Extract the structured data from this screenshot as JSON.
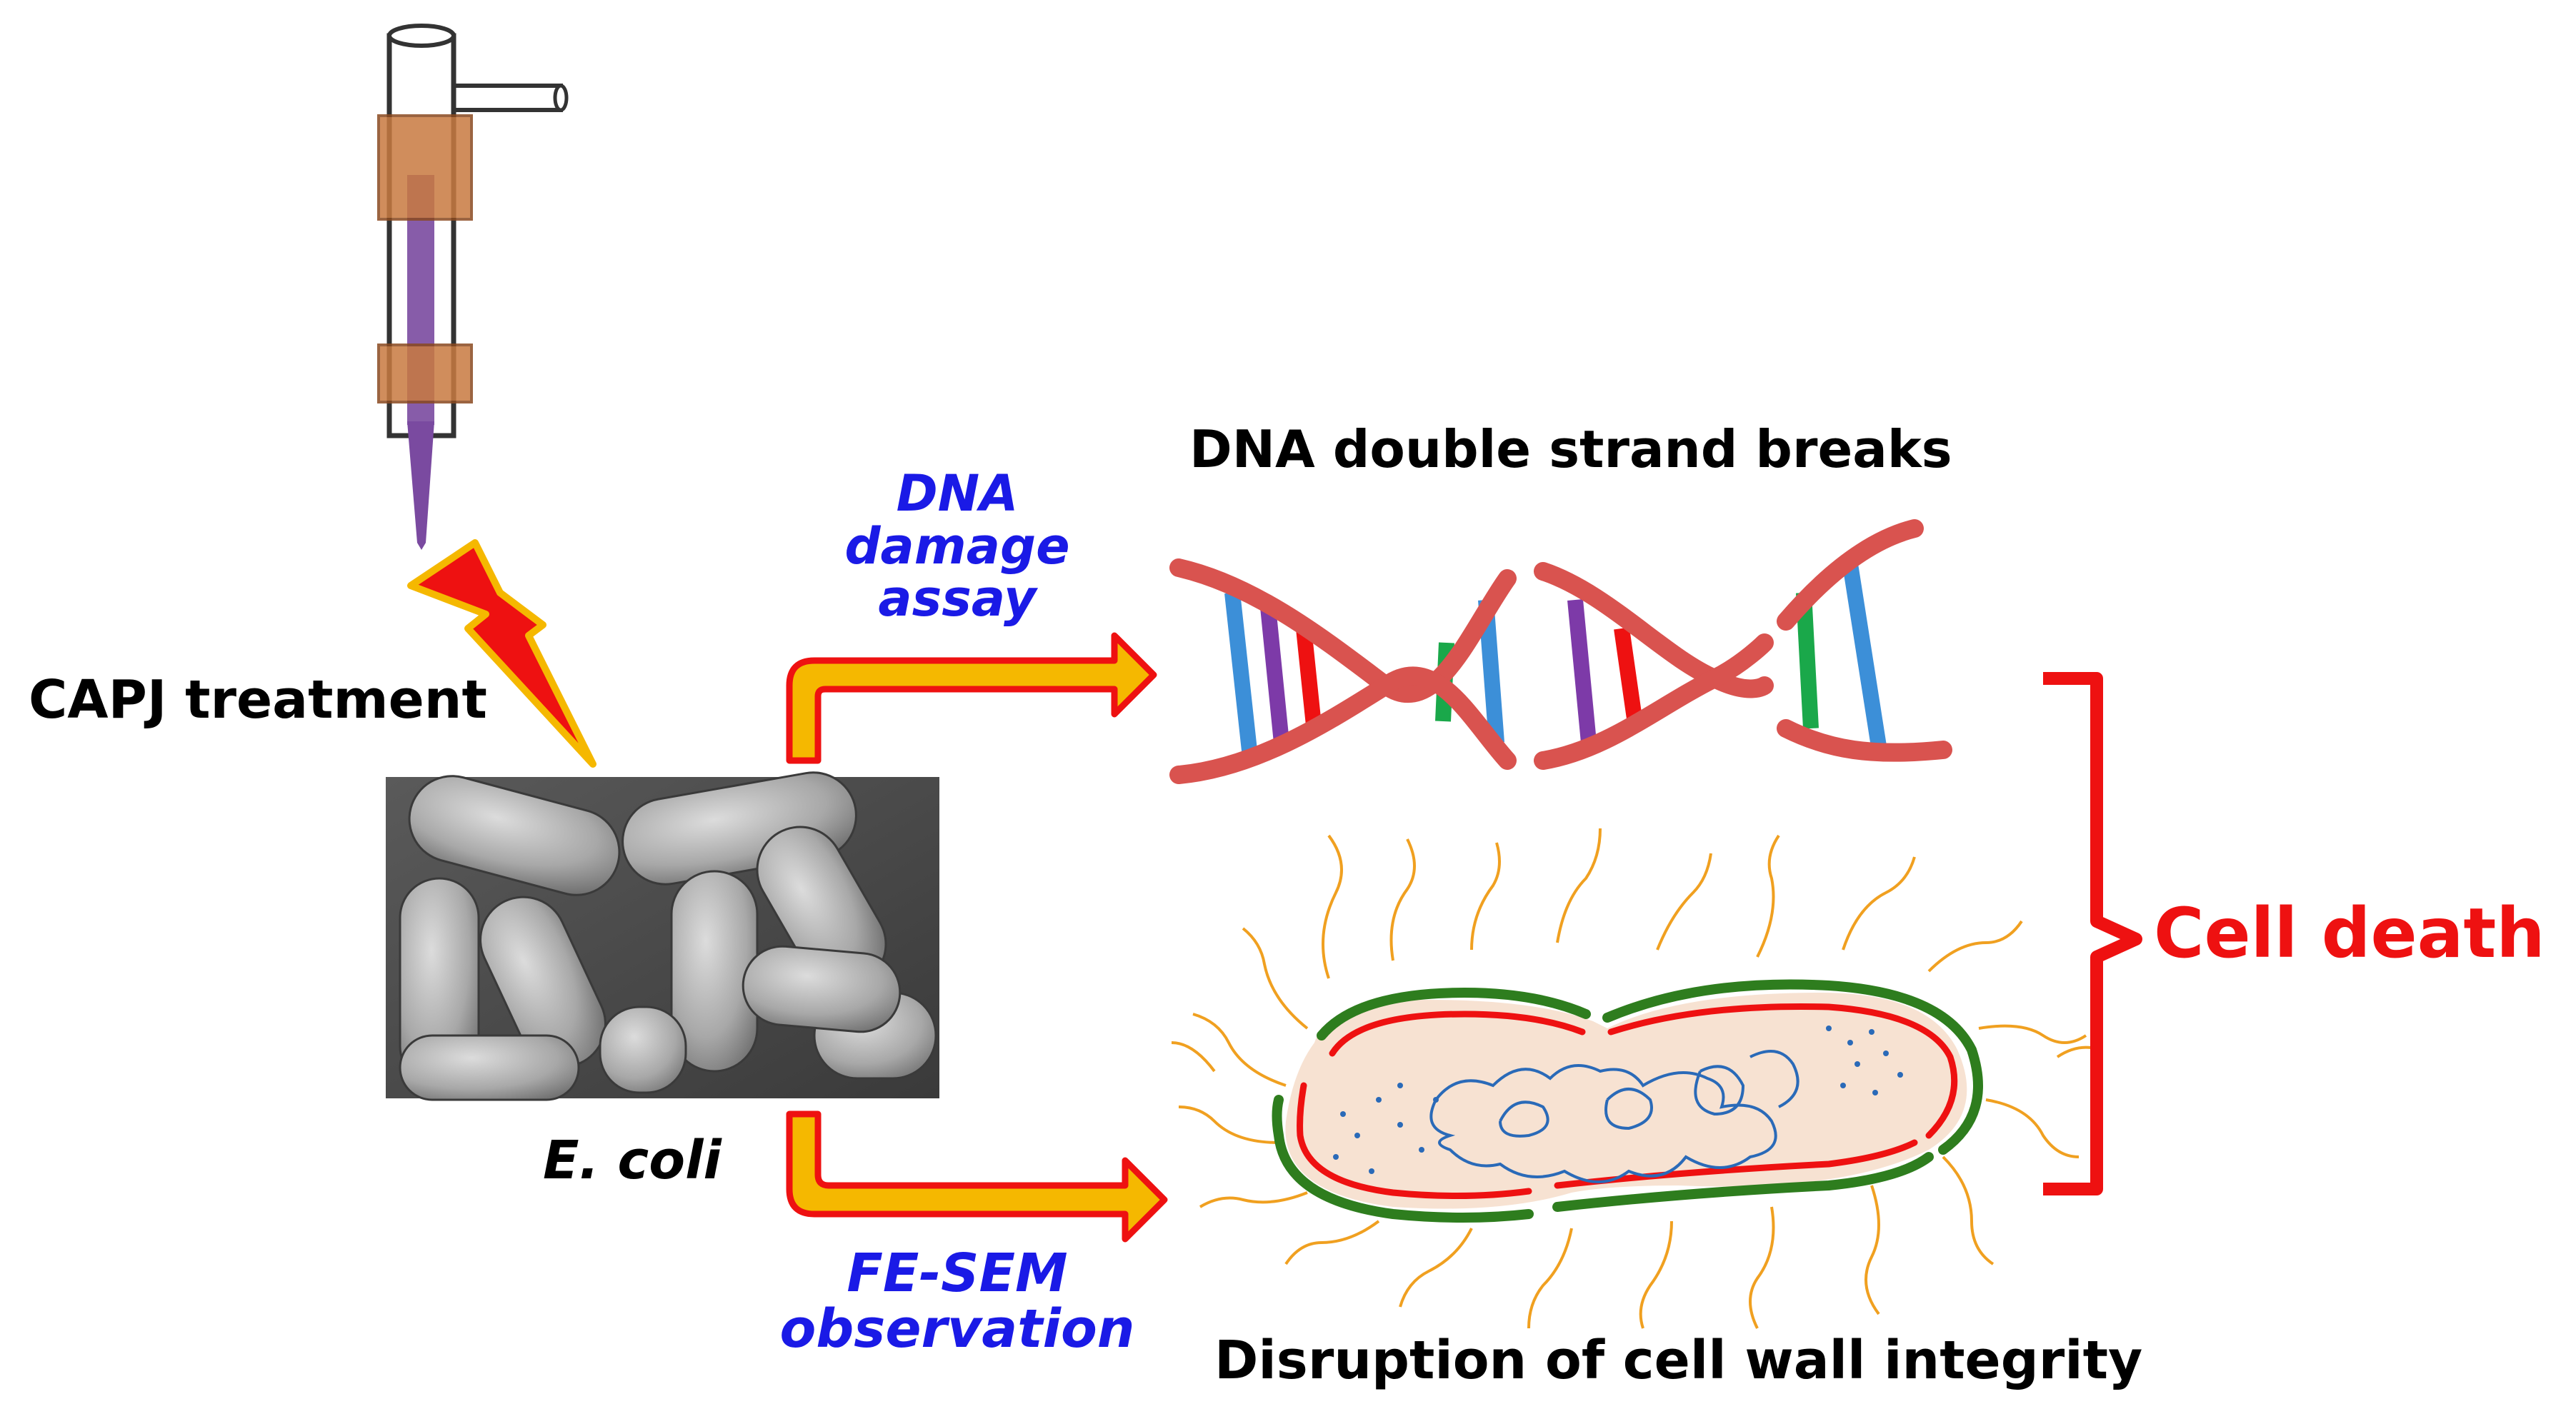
{
  "labels": {
    "capj": "CAPJ treatment",
    "ecoli": "E. coli",
    "dna_damage_lines": [
      "DNA",
      "damage",
      "assay"
    ],
    "fesem_lines": [
      "FE-SEM",
      "observation"
    ],
    "dsb": "DNA double strand breaks",
    "disruption": "Disruption of cell wall integrity",
    "cell_death": "Cell death"
  },
  "colors": {
    "arrow_outline": "#ee1111",
    "arrow_fill": "#f5b800",
    "dna_backbone": "#d9534f",
    "bar_blue": "#3c8fd8",
    "bar_purple": "#7d3aa8",
    "bar_red": "#ee1111",
    "bar_green": "#1aa84a",
    "jet_purple": "#7a4aa0",
    "clamp_brown": "#c87a40",
    "bolt_fill": "#ee1111",
    "bolt_outline": "#f5b800",
    "cell_wall_green": "#2e7d1e",
    "cell_membrane_red": "#ee1111",
    "flagella_orange": "#f0a020",
    "nucleoid_blue": "#2a6ab8",
    "bracket_red": "#ee1111",
    "blue_text": "#1a1ae6"
  },
  "icons": [
    "plasma-jet-device-icon",
    "lightning-bolt-icon",
    "sem-micrograph-image",
    "dna-helix-icon",
    "bacterium-icon",
    "bracket-icon"
  ]
}
